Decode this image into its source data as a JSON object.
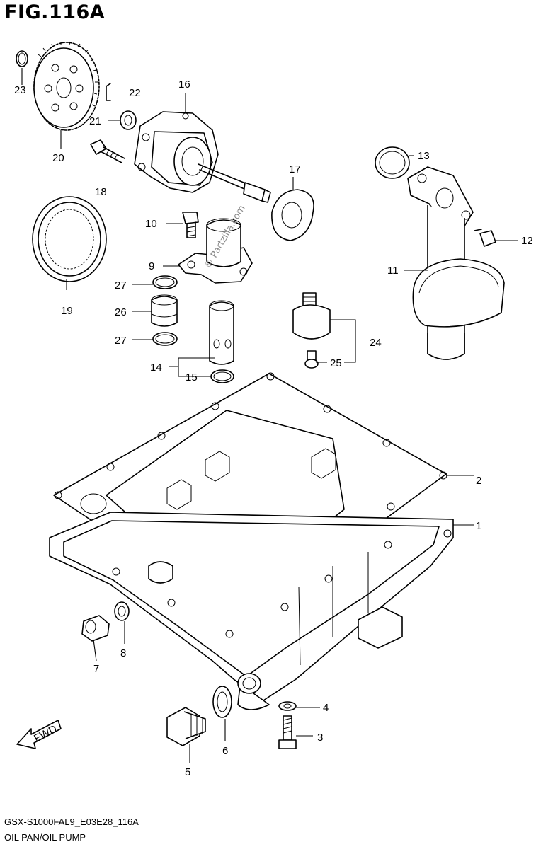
{
  "figure": {
    "title": "FIG.116A",
    "model_code": "GSX-S1000FAL9_E03E28_116A",
    "caption": "OIL PAN/OIL PUMP",
    "watermark": "© Partzilla.com",
    "direction_label": "FWD"
  },
  "callouts": [
    {
      "id": "1",
      "label": "1"
    },
    {
      "id": "2",
      "label": "2"
    },
    {
      "id": "3",
      "label": "3"
    },
    {
      "id": "4",
      "label": "4"
    },
    {
      "id": "5",
      "label": "5"
    },
    {
      "id": "6",
      "label": "6"
    },
    {
      "id": "7",
      "label": "7"
    },
    {
      "id": "8",
      "label": "8"
    },
    {
      "id": "9",
      "label": "9"
    },
    {
      "id": "10",
      "label": "10"
    },
    {
      "id": "11",
      "label": "11"
    },
    {
      "id": "12",
      "label": "12"
    },
    {
      "id": "13",
      "label": "13"
    },
    {
      "id": "14",
      "label": "14"
    },
    {
      "id": "15",
      "label": "15"
    },
    {
      "id": "16",
      "label": "16"
    },
    {
      "id": "17",
      "label": "17"
    },
    {
      "id": "18",
      "label": "18"
    },
    {
      "id": "19",
      "label": "19"
    },
    {
      "id": "20",
      "label": "20"
    },
    {
      "id": "21",
      "label": "21"
    },
    {
      "id": "22",
      "label": "22"
    },
    {
      "id": "23",
      "label": "23"
    },
    {
      "id": "24",
      "label": "24"
    },
    {
      "id": "25",
      "label": "25"
    },
    {
      "id": "26",
      "label": "26"
    },
    {
      "id": "27a",
      "label": "27"
    },
    {
      "id": "27b",
      "label": "27"
    }
  ]
}
